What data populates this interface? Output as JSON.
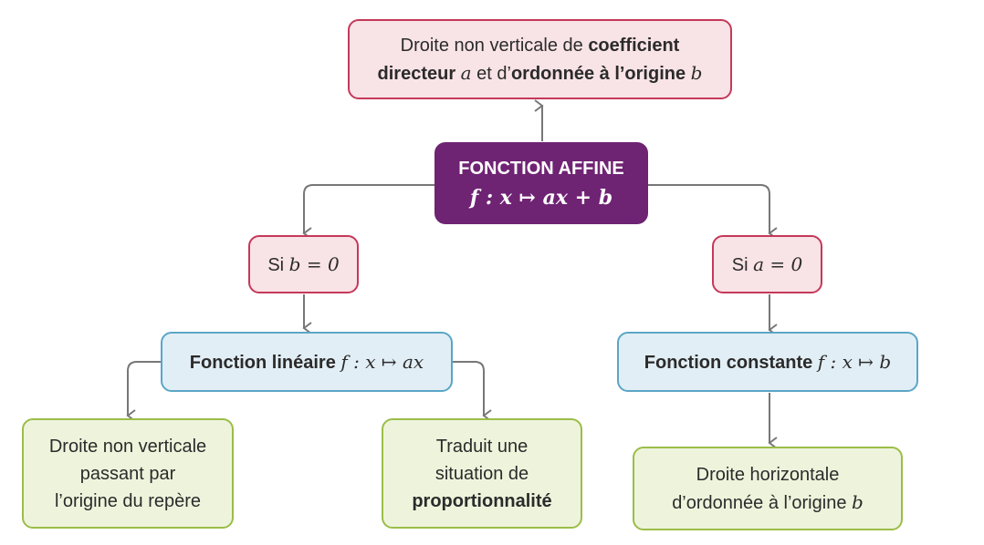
{
  "top_box": {
    "line1_text": "Droite non verticale de ",
    "line1_bold": "coefficient",
    "line2_bold1": "directeur",
    "var_a": "a",
    "line2_text": " et d’",
    "line2_bold2": "ordonnée à l’origine",
    "var_b": "b"
  },
  "center_box": {
    "title": "FONCTION AFFINE",
    "formula": "f : x ↦ ax + b"
  },
  "cond_left": {
    "prefix": "Si ",
    "formula": "b = 0"
  },
  "cond_right": {
    "prefix": "Si ",
    "formula": "a = 0"
  },
  "linear_box": {
    "label": "Fonction linéaire",
    "formula": "f : x ↦ ax"
  },
  "constant_box": {
    "label": "Fonction constante",
    "formula": "f : x ↦ b"
  },
  "leaf_left": {
    "lines": [
      "Droite non verticale",
      "passant par",
      "l’origine du repère"
    ]
  },
  "leaf_middle": {
    "line1": "Traduit une",
    "line2": "situation de",
    "line3_bold": "proportionnalité"
  },
  "leaf_right": {
    "line1": "Droite horizontale",
    "line2_text": "d’ordonnée à l’origine ",
    "var_b": "b"
  },
  "colors": {
    "pink_fill": "#f8e3e6",
    "pink_border": "#c5385a",
    "blue_fill": "#e2eef5",
    "blue_border": "#5aa6c6",
    "green_fill": "#eef4dc",
    "green_border": "#9bbd48",
    "purple": "#6f2373",
    "arrow": "#777777"
  }
}
